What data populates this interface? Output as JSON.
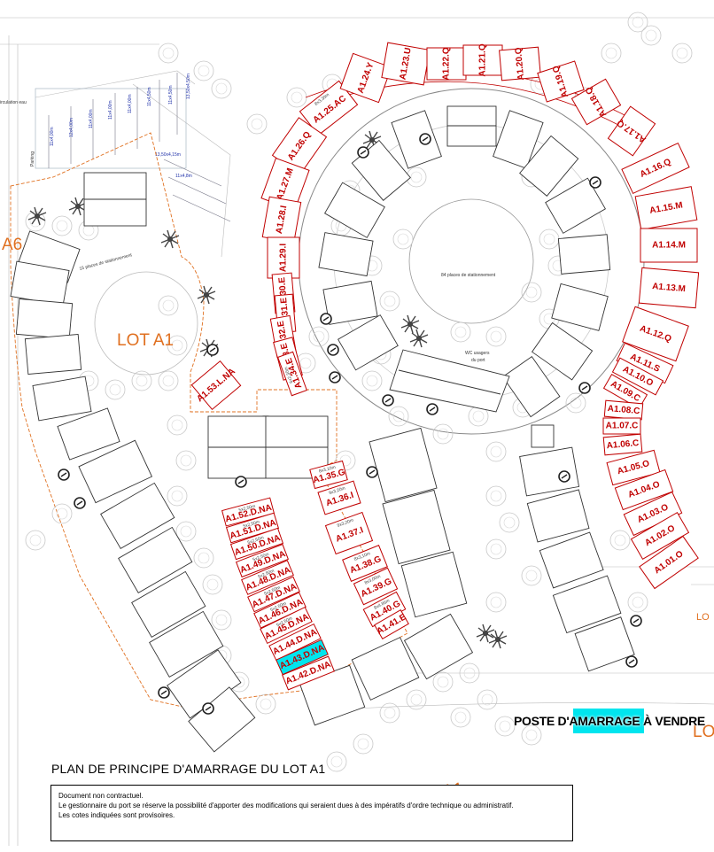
{
  "colors": {
    "berth_red": "#c00000",
    "lot_orange": "#e07020",
    "for_sale_cyan": "#00e5ee"
  },
  "lots": {
    "main": "LOT A1",
    "main_bottom": "LOT A1",
    "left_edge": "A6",
    "right_edge_1": "LO",
    "right_edge_2": "LO"
  },
  "annotations": {
    "parking_central": "84 places de stationnement",
    "parking_west": "15 places de stationnement",
    "wc": [
      "WC usagers",
      "du port"
    ],
    "circulation": "irculation eau",
    "vertical_texts": [
      "Parking"
    ]
  },
  "berths": [
    {
      "id": "A1.25.AC",
      "dim": "8x3,30m"
    },
    {
      "id": "A1.24.Y",
      "dim": ""
    },
    {
      "id": "A1.23.U",
      "dim": ""
    },
    {
      "id": "A1.22.Q",
      "dim": ""
    },
    {
      "id": "A1.21.Q",
      "dim": ""
    },
    {
      "id": "A1.20.Q",
      "dim": ""
    },
    {
      "id": "A1.19.Q",
      "dim": ""
    },
    {
      "id": "A1.18.Q",
      "dim": ""
    },
    {
      "id": "A1.17.Q",
      "dim": ""
    },
    {
      "id": "A1.16.Q",
      "dim": ""
    },
    {
      "id": "A1.15.M",
      "dim": ""
    },
    {
      "id": "A1.14.M",
      "dim": ""
    },
    {
      "id": "A1.13.M",
      "dim": ""
    },
    {
      "id": "A1.12.Q",
      "dim": ""
    },
    {
      "id": "A1.11.S",
      "dim": ""
    },
    {
      "id": "A1.10.O",
      "dim": ""
    },
    {
      "id": "A1.09.C",
      "dim": ""
    },
    {
      "id": "A1.08.C",
      "dim": ""
    },
    {
      "id": "A1.07.C",
      "dim": ""
    },
    {
      "id": "A1.06.C",
      "dim": ""
    },
    {
      "id": "A1.05.O",
      "dim": ""
    },
    {
      "id": "A1.04.O",
      "dim": ""
    },
    {
      "id": "A1.03.O",
      "dim": ""
    },
    {
      "id": "A1.02.O",
      "dim": ""
    },
    {
      "id": "A1.01.O",
      "dim": ""
    },
    {
      "id": "A1.26.Q",
      "dim": ""
    },
    {
      "id": "A1.27.M",
      "dim": ""
    },
    {
      "id": "A1.28.I",
      "dim": ""
    },
    {
      "id": "A1.29.I",
      "dim": ""
    },
    {
      "id": "A1.30.E",
      "dim": ""
    },
    {
      "id": "A1.31.E",
      "dim": ""
    },
    {
      "id": "A1.32.E",
      "dim": ""
    },
    {
      "id": "A1.33.E",
      "dim": ""
    },
    {
      "id": "A1.34.E",
      "dim": "6x2,30m"
    },
    {
      "id": "A1.53.L.NA",
      "dim": ""
    },
    {
      "id": "A1.35.G",
      "dim": "8x3,10m"
    },
    {
      "id": "A1.36.I",
      "dim": "9x3,20m"
    },
    {
      "id": "A1.37.I",
      "dim": "9x3,20m"
    },
    {
      "id": "A1.38.G",
      "dim": "8x3,10m"
    },
    {
      "id": "A1.39.G",
      "dim": "8x3,00m"
    },
    {
      "id": "A1.40.G",
      "dim": "8x4,85m"
    },
    {
      "id": "A1.41.E",
      "dim": ""
    },
    {
      "id": "A1.52.D.NA",
      "dim": "5x2,50m"
    },
    {
      "id": "A1.51.D.NA",
      "dim": "5x2,50m"
    },
    {
      "id": "A1.50.D.NA",
      "dim": "5x2,50m"
    },
    {
      "id": "A1.49.D.NA",
      "dim": "5x2,50m"
    },
    {
      "id": "A1.48.D.NA",
      "dim": "5x2,50m"
    },
    {
      "id": "A1.47.D.NA",
      "dim": "5x2,50m"
    },
    {
      "id": "A1.46.D.NA",
      "dim": "5x2,50m"
    },
    {
      "id": "A1.45.D.NA",
      "dim": "5x2,50m"
    },
    {
      "id": "A1.44.D.NA",
      "dim": ""
    },
    {
      "id": "A1.43.D.NA",
      "dim": "",
      "for_sale": true
    },
    {
      "id": "A1.42.D.NA",
      "dim": ""
    }
  ],
  "legend": {
    "label": "POSTE D'AMARRAGE À VENDRE"
  },
  "title": "PLAN DE PRINCIPE D'AMARRAGE DU LOT A1",
  "notice": [
    "Document non contractuel.",
    "Le gestionnaire du port se réserve la possibilité d'apporter des modifications qui seraient dues à des impératifs d'ordre technique ou administratif.",
    "Les cotes indiquées sont provisoires."
  ]
}
